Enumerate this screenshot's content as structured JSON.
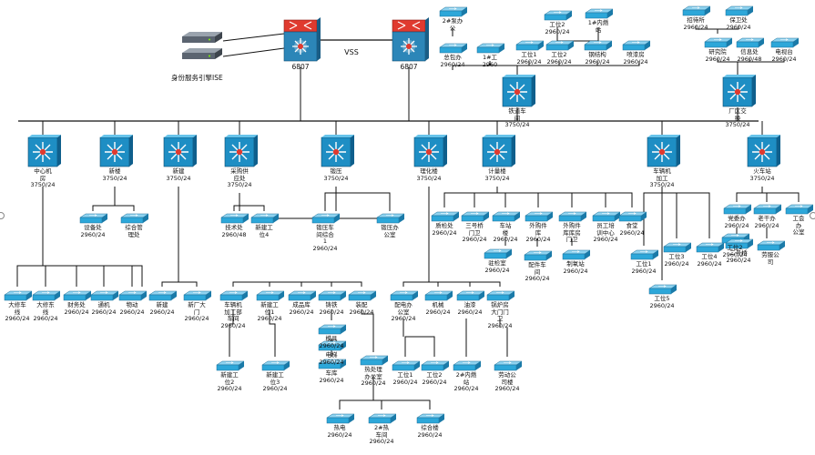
{
  "title_fragment": "",
  "colors": {
    "line": "#111111",
    "core_top": "#e03a2f",
    "core_body": "#2c86b8",
    "l3_face": "#1e8ec4",
    "l2_face": "#2da7d9",
    "server": "#5b6470"
  },
  "vss_label": "VSS",
  "ise_label": "身份服务引擎ISE",
  "core": [
    {
      "id": "core-left",
      "label": "6807"
    },
    {
      "id": "core-right",
      "label": "6807"
    }
  ],
  "l3": [
    {
      "id": "zxjf",
      "label": "中心机\n房\n3750/24"
    },
    {
      "id": "xl",
      "label": "新楼\n3750/24"
    },
    {
      "id": "zh",
      "label": "新建\n3750/24"
    },
    {
      "id": "cggy",
      "label": "采购供\n应处\n3750/24"
    },
    {
      "id": "dy",
      "label": "锻压\n3750/24"
    },
    {
      "id": "qhl",
      "label": "理化楼\n3750/24"
    },
    {
      "id": "jll",
      "label": "计量楼\n3750/24"
    },
    {
      "id": "cljg",
      "label": "车辆机\n加工\n3750/24"
    },
    {
      "id": "hcz",
      "label": "火车站\n3750/24"
    },
    {
      "id": "tlcj",
      "label": "铁道车\n间\n3750/24"
    },
    {
      "id": "cqj",
      "label": "厂区交\n换\n3750/24"
    }
  ],
  "l2": [
    {
      "id": "a01",
      "label": "2#泵办\n公"
    },
    {
      "id": "a02",
      "label": "工位2\n2960/24"
    },
    {
      "id": "a03",
      "label": "1#内燃\n站"
    },
    {
      "id": "a04",
      "label": "总包办\n2960/24"
    },
    {
      "id": "a05",
      "label": "1#工\n2960"
    },
    {
      "id": "a06",
      "label": "工位1\n2960/24"
    },
    {
      "id": "a07",
      "label": "工位2\n2960/24"
    },
    {
      "id": "a08",
      "label": "钢结构\n2960/24"
    },
    {
      "id": "a09",
      "label": "喷漆房\n2960/24"
    },
    {
      "id": "a10",
      "label": "招待所\n2960/24"
    },
    {
      "id": "a11",
      "label": "保卫处\n2960/24"
    },
    {
      "id": "a12",
      "label": "研究院\n2960/24"
    },
    {
      "id": "a13",
      "label": "信息处\n2960/48"
    },
    {
      "id": "a14",
      "label": "电视台\n2960/24"
    },
    {
      "id": "b01",
      "label": "设备处\n2960/24"
    },
    {
      "id": "b02",
      "label": "综合管\n理处"
    },
    {
      "id": "b03",
      "label": "技术处\n2960/48"
    },
    {
      "id": "b04",
      "label": "新建工\n位4"
    },
    {
      "id": "b05",
      "label": "锻压车\n间综合\n1\n2960/24"
    },
    {
      "id": "b06",
      "label": "锻压办\n公室"
    },
    {
      "id": "b07",
      "label": "质检处\n2960/24"
    },
    {
      "id": "b08",
      "label": "三号桥\n门卫\n2960/24"
    },
    {
      "id": "b09",
      "label": "车站\n楼\n2960/24"
    },
    {
      "id": "b10",
      "label": "外购件\n库\n2960/24"
    },
    {
      "id": "b11",
      "label": "外购件\n库库房\n门卫"
    },
    {
      "id": "b12",
      "label": "员工培\n训中心\n2960/24"
    },
    {
      "id": "b13",
      "label": "食堂\n2960/24"
    },
    {
      "id": "b14",
      "label": "驻检室\n2960/24"
    },
    {
      "id": "b15",
      "label": "配件车\n间\n2960/24"
    },
    {
      "id": "b16",
      "label": "制氧站\n2960/24"
    },
    {
      "id": "b17",
      "label": "工位1\n2960/24"
    },
    {
      "id": "b18",
      "label": "工位3\n2960/24"
    },
    {
      "id": "b19",
      "label": "工位4\n2960/24"
    },
    {
      "id": "b20",
      "label": "工位5\n2960/24"
    },
    {
      "id": "b21",
      "label": "工位2\n2960/24"
    },
    {
      "id": "b22",
      "label": "党委办\n2960/24"
    },
    {
      "id": "b23",
      "label": "工会办\n公室"
    },
    {
      "id": "b24",
      "label": "老干办\n2960/24"
    },
    {
      "id": "b25",
      "label": "二号桥\n2960/24"
    },
    {
      "id": "b26",
      "label": "劳服公\n司"
    },
    {
      "id": "c01",
      "label": "大修车\n线\n2960/24"
    },
    {
      "id": "c02",
      "label": "大修东\n线\n2960/24"
    },
    {
      "id": "c03",
      "label": "财务处\n2960/24"
    },
    {
      "id": "c04",
      "label": "通机\n2960/24"
    },
    {
      "id": "c05",
      "label": "物动\n2960/24"
    },
    {
      "id": "c06",
      "label": "新建\n2960/24"
    },
    {
      "id": "c07",
      "label": "新厂大\n门\n2960/24"
    },
    {
      "id": "c08",
      "label": "车辆机\n加工部\n车间\n2960/24"
    },
    {
      "id": "c09",
      "label": "新建工\n位1\n2960/24"
    },
    {
      "id": "c10",
      "label": "成品库\n2960/24"
    },
    {
      "id": "c11",
      "label": "铸铁\n2960/24"
    },
    {
      "id": "c12",
      "label": "装配\n2960/24"
    },
    {
      "id": "c13",
      "label": "模具\n2960/24"
    },
    {
      "id": "c14",
      "label": "新建工\n位2\n2960/24"
    },
    {
      "id": "c15",
      "label": "新建工\n位3\n2960/24"
    },
    {
      "id": "c16",
      "label": "车库\n2960/24"
    },
    {
      "id": "c17",
      "label": "电梯\n2960/24"
    },
    {
      "id": "c18",
      "label": "热处理\n办公室\n2960/24"
    },
    {
      "id": "c19",
      "label": "配电办\n公室\n2960/24"
    },
    {
      "id": "c20",
      "label": "机械\n2960/24"
    },
    {
      "id": "c21",
      "label": "油漆\n2960/24"
    },
    {
      "id": "c22",
      "label": "锅炉房\n大门门\n卫\n2960/24"
    },
    {
      "id": "c23",
      "label": "工位1\n2960/24"
    },
    {
      "id": "c24",
      "label": "工位2\n2960/24"
    },
    {
      "id": "c25",
      "label": "2#内燃\n站\n2960/24"
    },
    {
      "id": "c26",
      "label": "劳动公\n司楼\n2960/24"
    },
    {
      "id": "c27",
      "label": "热电\n2960/24"
    },
    {
      "id": "c28",
      "label": "2#热\n车间\n2960/24"
    },
    {
      "id": "c29",
      "label": "综合楼\n2960/24"
    }
  ]
}
